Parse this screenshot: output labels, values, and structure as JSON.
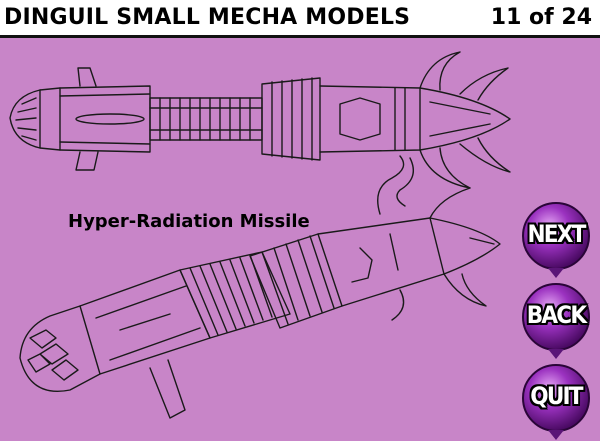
{
  "header": {
    "title": "DINGUIL SMALL MECHA MODELS",
    "page_indicator": "11 of 24"
  },
  "caption": "Hyper-Radiation Missile",
  "nav": {
    "next_label": "NEXT",
    "back_label": "BACK",
    "quit_label": "QUIT"
  },
  "colors": {
    "background": "#c885c8",
    "header_bg": "#ffffff",
    "button_purple": "#7a1e9a",
    "line_art": "#1a1a1a"
  }
}
